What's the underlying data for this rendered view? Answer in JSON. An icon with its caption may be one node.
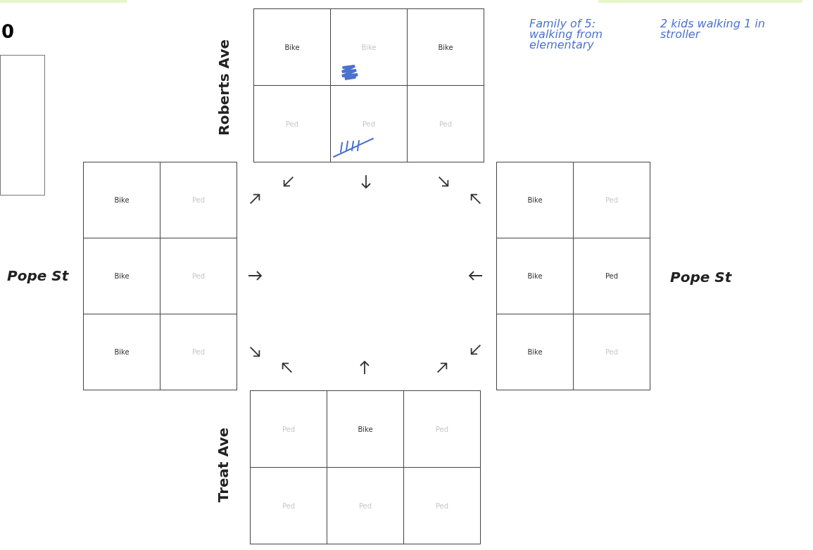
{
  "diagram": {
    "nodes": [
      {
        "text": [],
        "shape": "box"
      }
    ],
    "labels": [
      "0",
      "Family of 5: walking from elementary",
      "2 kids walking 1 in stroller",
      "Roberts Ave",
      "Bike",
      "Bike",
      "Bike",
      "Ped",
      "Ped",
      "Ped",
      "Pope St",
      "Bike",
      "Ped",
      "Bike",
      "Ped",
      "Bike",
      "Ped",
      "Bike",
      "Ped",
      "Bike",
      "Ped",
      "Bike",
      "Ped",
      "Pope St",
      "Treat Ave",
      "Ped",
      "Bike",
      "Ped",
      "Ped",
      "Ped",
      "Ped"
    ]
  }
}
